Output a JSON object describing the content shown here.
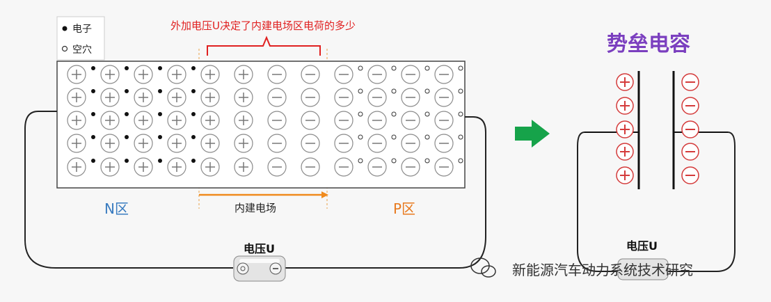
{
  "legend": {
    "electron": "电子",
    "hole": "空穴"
  },
  "top_annotation": "外加电压U决定了内建电场区电荷的多少",
  "n_region": "N区",
  "p_region": "P区",
  "builtin_field": "内建电场",
  "voltage_label_left": "电压U",
  "voltage_label_right": "电压U",
  "capacitance_title": "势垒电容",
  "watermark": "新能源汽车动力系统技术研究",
  "colors": {
    "n_region_text": "#3a7cc0",
    "p_region_text": "#e87a1e",
    "annotation_red": "#e02020",
    "arrow_green": "#16a34a",
    "field_arrow_orange": "#f08a1c",
    "title_purple": "#7b3fbf"
  }
}
